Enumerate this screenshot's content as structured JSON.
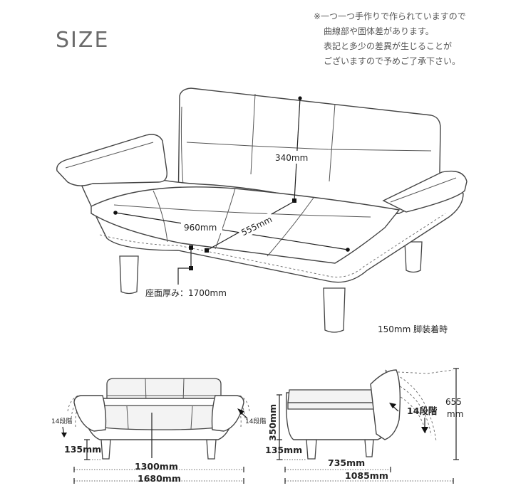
{
  "header": {
    "title": "SIZE",
    "notes": [
      "※一つ一つ手作りで作られていますので",
      "曲線部や固体差があります。",
      "表記と多少の差異が生じることが",
      "ございますので予めご了承下さい。"
    ]
  },
  "main_view": {
    "back_height": "340mm",
    "seat_width": "960mm",
    "seat_depth": "555mm",
    "seat_thickness": "座面厚み：1700mm",
    "leg_note": "150mm 脚装着時"
  },
  "front_view": {
    "left_steps": "14段階",
    "right_steps": "14段階",
    "leg_height": "135mm",
    "inner_width": "1300mm",
    "total_width": "1680mm"
  },
  "side_view": {
    "seat_height": "350mm",
    "steps": "14段階",
    "total_height_value": "655",
    "total_height_unit": "mm",
    "leg_height": "135mm",
    "seat_depth": "735mm",
    "total_depth": "1085mm"
  }
}
